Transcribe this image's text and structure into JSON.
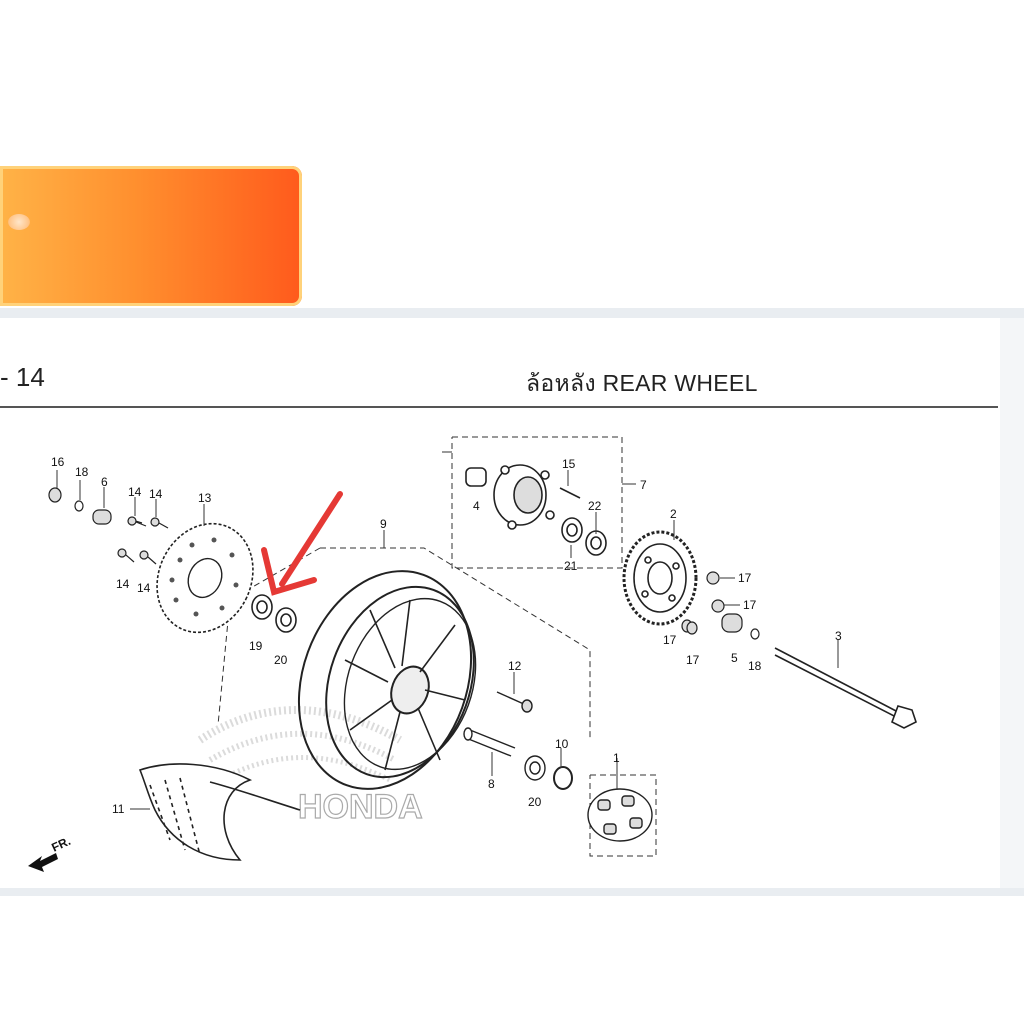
{
  "header": {
    "page_number": "- 14",
    "title": "ล้อหลัง  REAR WHEEL"
  },
  "diagram": {
    "part_labels": [
      "16",
      "18",
      "6",
      "14",
      "14",
      "13",
      "14",
      "14",
      "19",
      "20",
      "9",
      "4",
      "15",
      "7",
      "22",
      "21",
      "2",
      "17",
      "17",
      "17",
      "17",
      "5",
      "18",
      "3",
      "12",
      "10",
      "8",
      "20",
      "1",
      "11"
    ],
    "direction_label": "FR.",
    "watermark": "HONDA"
  },
  "colors": {
    "arrow": "#e53935",
    "banner_start": "#ffb347",
    "banner_end": "#ff5a1c"
  }
}
